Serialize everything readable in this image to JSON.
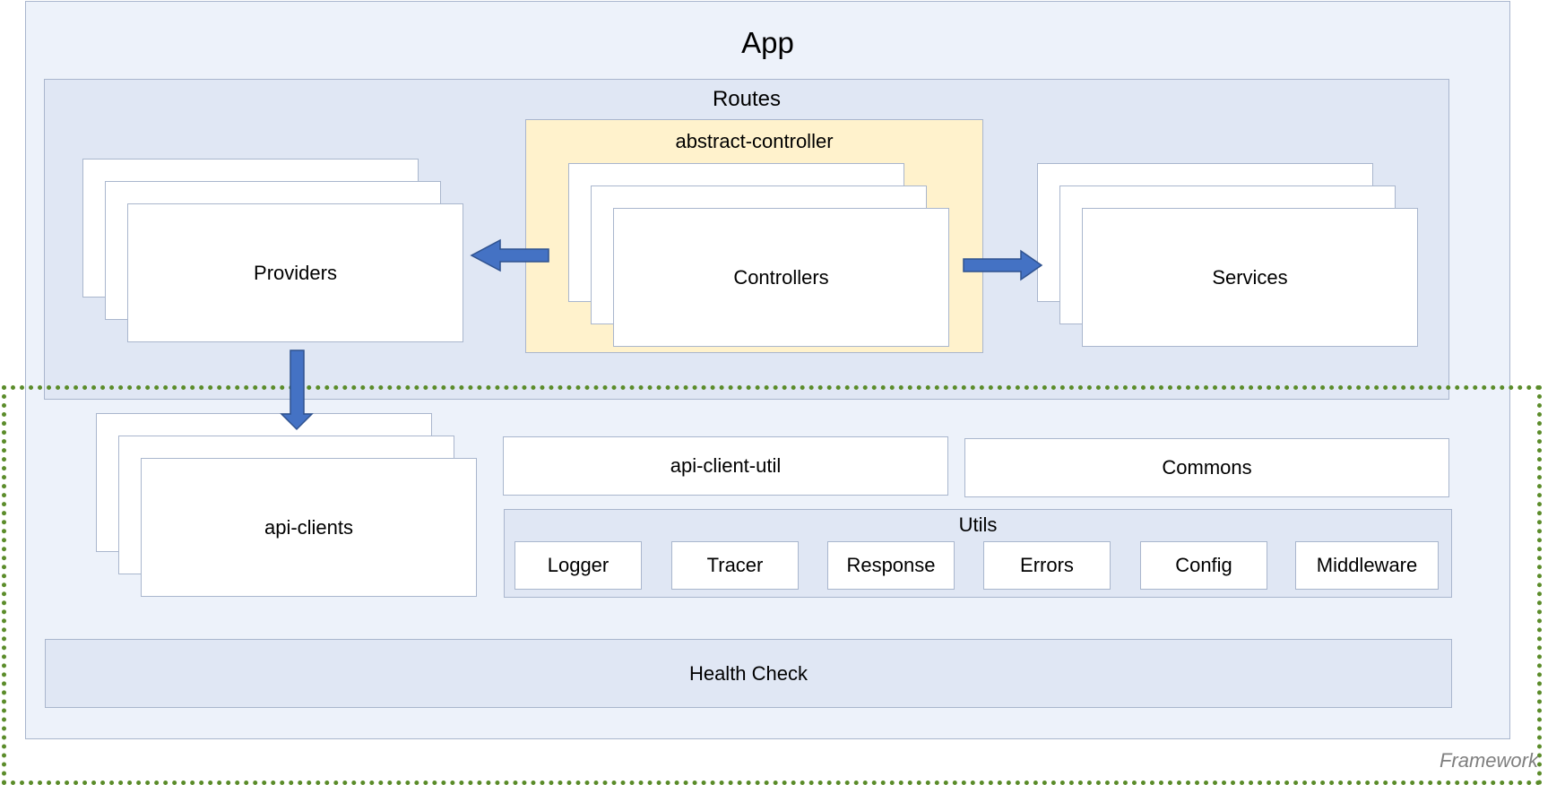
{
  "app": {
    "title": "App"
  },
  "routes": {
    "title": "Routes",
    "providers_label": "Providers",
    "abstract_controller_title": "abstract-controller",
    "controllers_label": "Controllers",
    "services_label": "Services"
  },
  "framework": {
    "label": "Framework",
    "api_clients_label": "api-clients",
    "api_client_util_label": "api-client-util",
    "commons_label": "Commons",
    "utils": {
      "title": "Utils",
      "items": [
        "Logger",
        "Tracer",
        "Response",
        "Errors",
        "Config",
        "Middleware"
      ]
    },
    "health_check_label": "Health Check"
  },
  "colors": {
    "app_bg": "#edf2fa",
    "panel_bg": "#e0e7f4",
    "border": "#a9b6cd",
    "abstract_bg": "#fff2cc",
    "arrow": "#4472c4",
    "framework_border": "#5b8c2a"
  }
}
